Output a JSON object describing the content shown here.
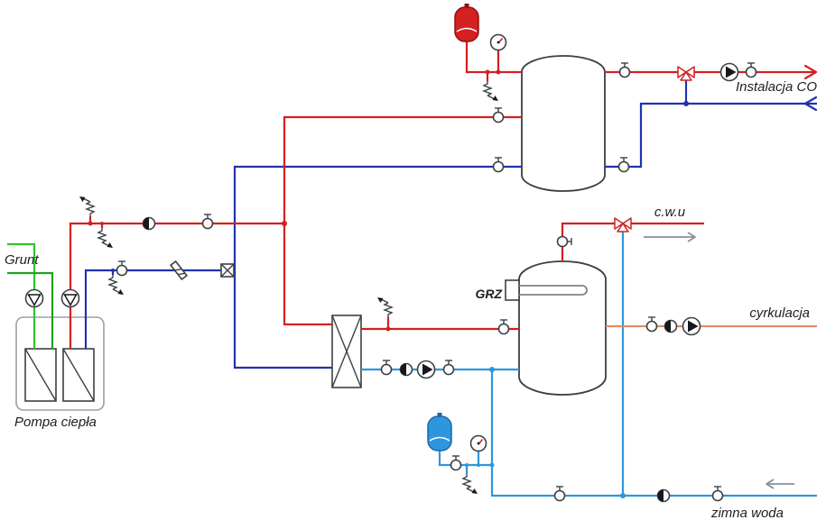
{
  "diagram": {
    "type": "hydraulic-schematic-heat-pump-installation",
    "labels": {
      "ground": "Grunt",
      "heat_pump": "Pompa ciepła",
      "heating_circuit": "Instalacja CO",
      "dhw": "c.w.u",
      "circulation": "cyrkulacja",
      "cold_water": "zimna woda",
      "electric_heater": "GRZ"
    },
    "colors": {
      "red": "#d42020",
      "blue": "#2033b0",
      "lblue": "#2e96df",
      "green": "#2fc42f",
      "green2": "#1ea21e",
      "salmon": "#e28a68",
      "comp": "#3c4043",
      "dark": "#17171c",
      "label": "#1f1f1f"
    },
    "legend": {
      "pump-icon": "circle with triangle",
      "valve-icon": "small circle with stem",
      "check-valve-icon": "half-filled circle",
      "three-way-valve-icon": "bowtie of triangles",
      "safety-valve-icon": "zigzag spring with drain arrow",
      "pressure-gauge-icon": "dial circle with needle",
      "expansion-vessel-icon": "capsule with membrane line",
      "strainer-icon": "slanted filter box",
      "plate-heat-exchanger-icon": "rectangle with diagonals",
      "tank-icon": "vertical cylinder"
    }
  }
}
